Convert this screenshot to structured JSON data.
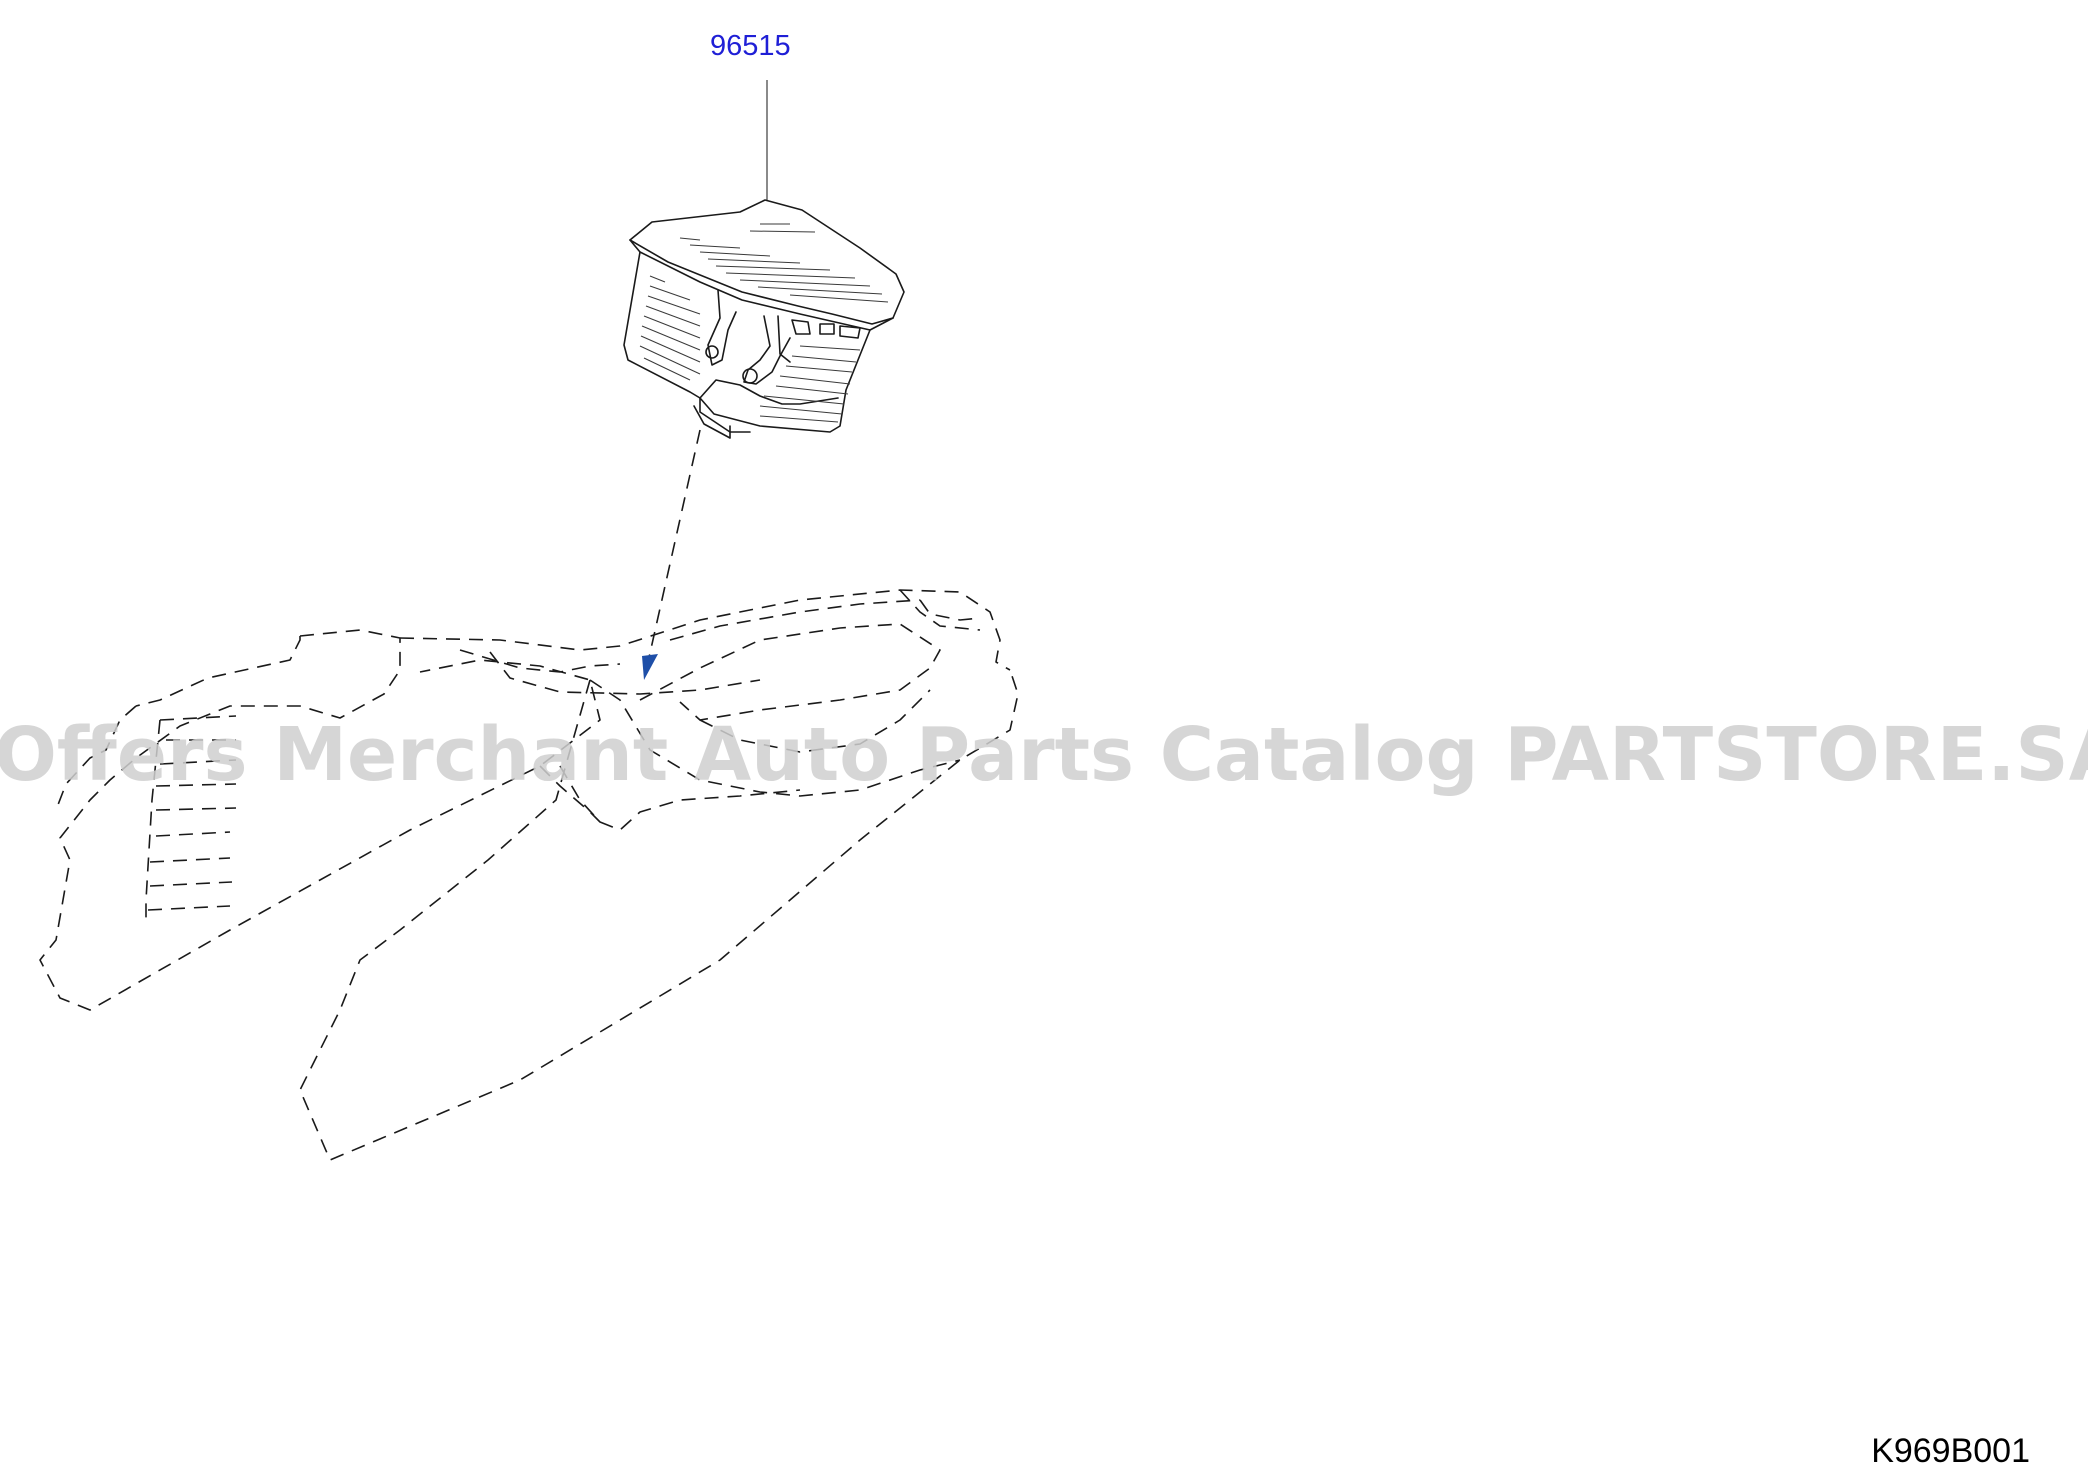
{
  "diagram": {
    "callout_label": "96515",
    "diagram_code": "K969B001",
    "watermark": "Offers Merchant Auto Parts Catalog PARTSTORE.SA",
    "callout_color": "#1f1fd6",
    "arrow_color": "#1e4fa8"
  }
}
